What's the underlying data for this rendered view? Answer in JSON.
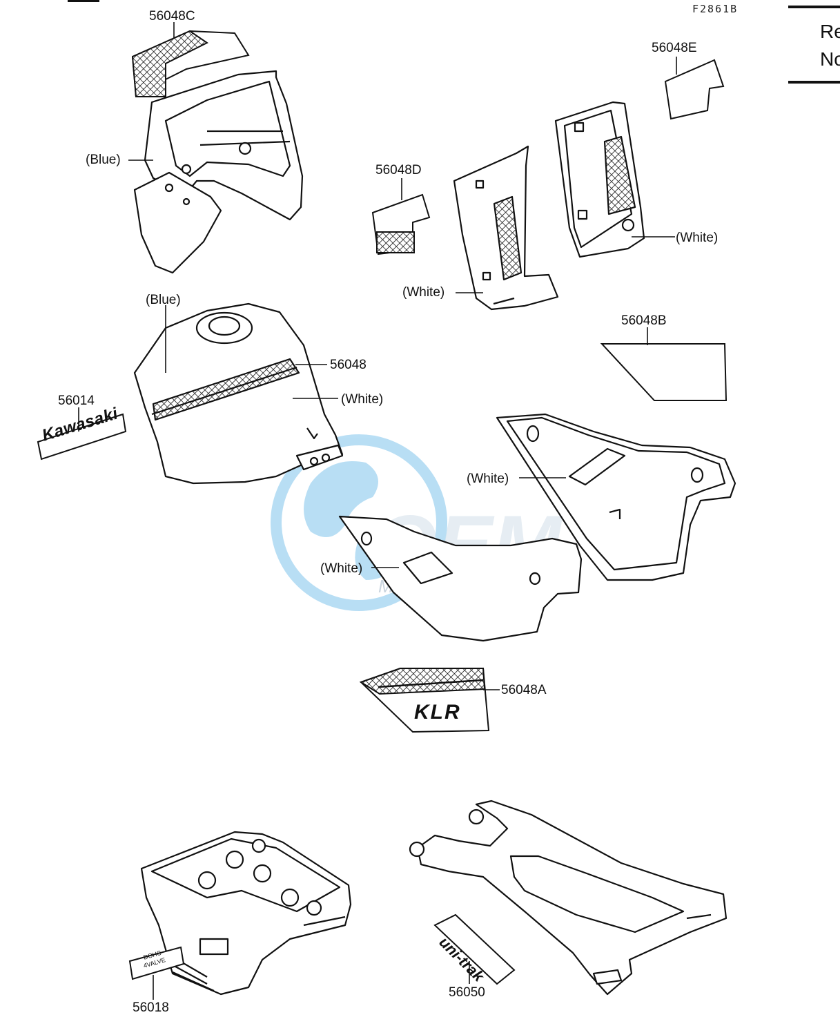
{
  "drawing_code": "F2861B",
  "side_text": {
    "line1": "Re",
    "line2": "No"
  },
  "watermark": {
    "main": "OEM",
    "sub": "MOTORPARTS"
  },
  "part_numbers": {
    "p56048C": "56048C",
    "p56048E": "56048E",
    "p56048D": "56048D",
    "p56048": "56048",
    "p56048B": "56048B",
    "p56014": "56014",
    "p56048A": "56048A",
    "p56018": "56018",
    "p56050": "56050"
  },
  "color_notes": {
    "fairing_blue": "(Blue)",
    "tank_blue": "(Blue)",
    "tank_white": "(White)",
    "left_cover_white": "(White)",
    "right_cover_white": "(White)",
    "side_cover_upper_white": "(White)",
    "side_cover_lower_white": "(White)"
  },
  "decal_text": {
    "kawasaki": "Kawasaki",
    "klr": "KLR",
    "unitrak": "uni-trak",
    "dohc_line1": "DOHC",
    "dohc_line2": "4VALVE"
  },
  "colors": {
    "ink": "#111111",
    "watermark": "#7fc4ec",
    "watermark_text": "#b9c9d6"
  }
}
